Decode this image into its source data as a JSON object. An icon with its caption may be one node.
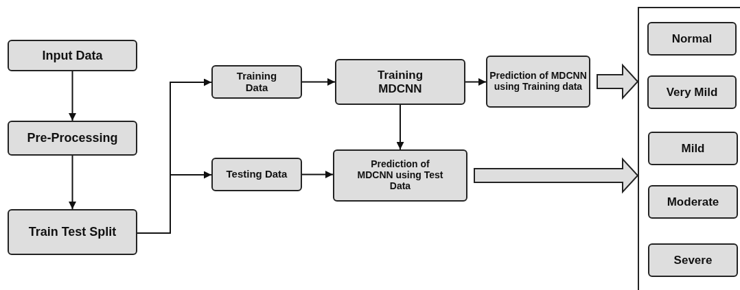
{
  "diagram": {
    "nodes": [
      {
        "text": [
          "Input Data"
        ]
      },
      {
        "text": [
          "Pre-Processing"
        ]
      },
      {
        "text": [
          "Train Test Split"
        ]
      },
      {
        "text": [
          "Training Data"
        ]
      },
      {
        "text": [
          "Testing Data"
        ]
      },
      {
        "text": [
          "Training MDCNN"
        ]
      },
      {
        "text": [
          "Prediction of MDCNN using Test Data"
        ]
      },
      {
        "text": [
          "Prediction of MDCNN using Training data"
        ]
      },
      {
        "text": [],
        "shape": "box"
      },
      {
        "text": [
          "Normal"
        ],
        "in": 8
      },
      {
        "text": [
          "Very Mild"
        ],
        "in": 8
      },
      {
        "text": [
          "Mild"
        ],
        "in": 8
      },
      {
        "text": [
          "Moderate"
        ],
        "in": 8
      },
      {
        "text": [
          "Severe"
        ],
        "in": 8
      }
    ],
    "edges": [
      {
        "from": 0,
        "to": 1,
        "arrow": "to"
      },
      {
        "from": 1,
        "to": 2,
        "arrow": "to"
      },
      {
        "from": 2,
        "to": 3,
        "arrow": "to"
      },
      {
        "from": 2,
        "to": 4,
        "arrow": "to"
      },
      {
        "from": 3,
        "to": 5,
        "arrow": "to"
      },
      {
        "from": 4,
        "to": 6,
        "arrow": "to"
      },
      {
        "from": 5,
        "to": 7,
        "arrow": "to"
      },
      {
        "from": 5,
        "to": 6,
        "arrow": "to"
      },
      {
        "from": 7,
        "to": 8,
        "arrow": "to",
        "style": "thick"
      },
      {
        "from": 6,
        "to": 8,
        "arrow": "to",
        "style": "thick"
      }
    ]
  }
}
